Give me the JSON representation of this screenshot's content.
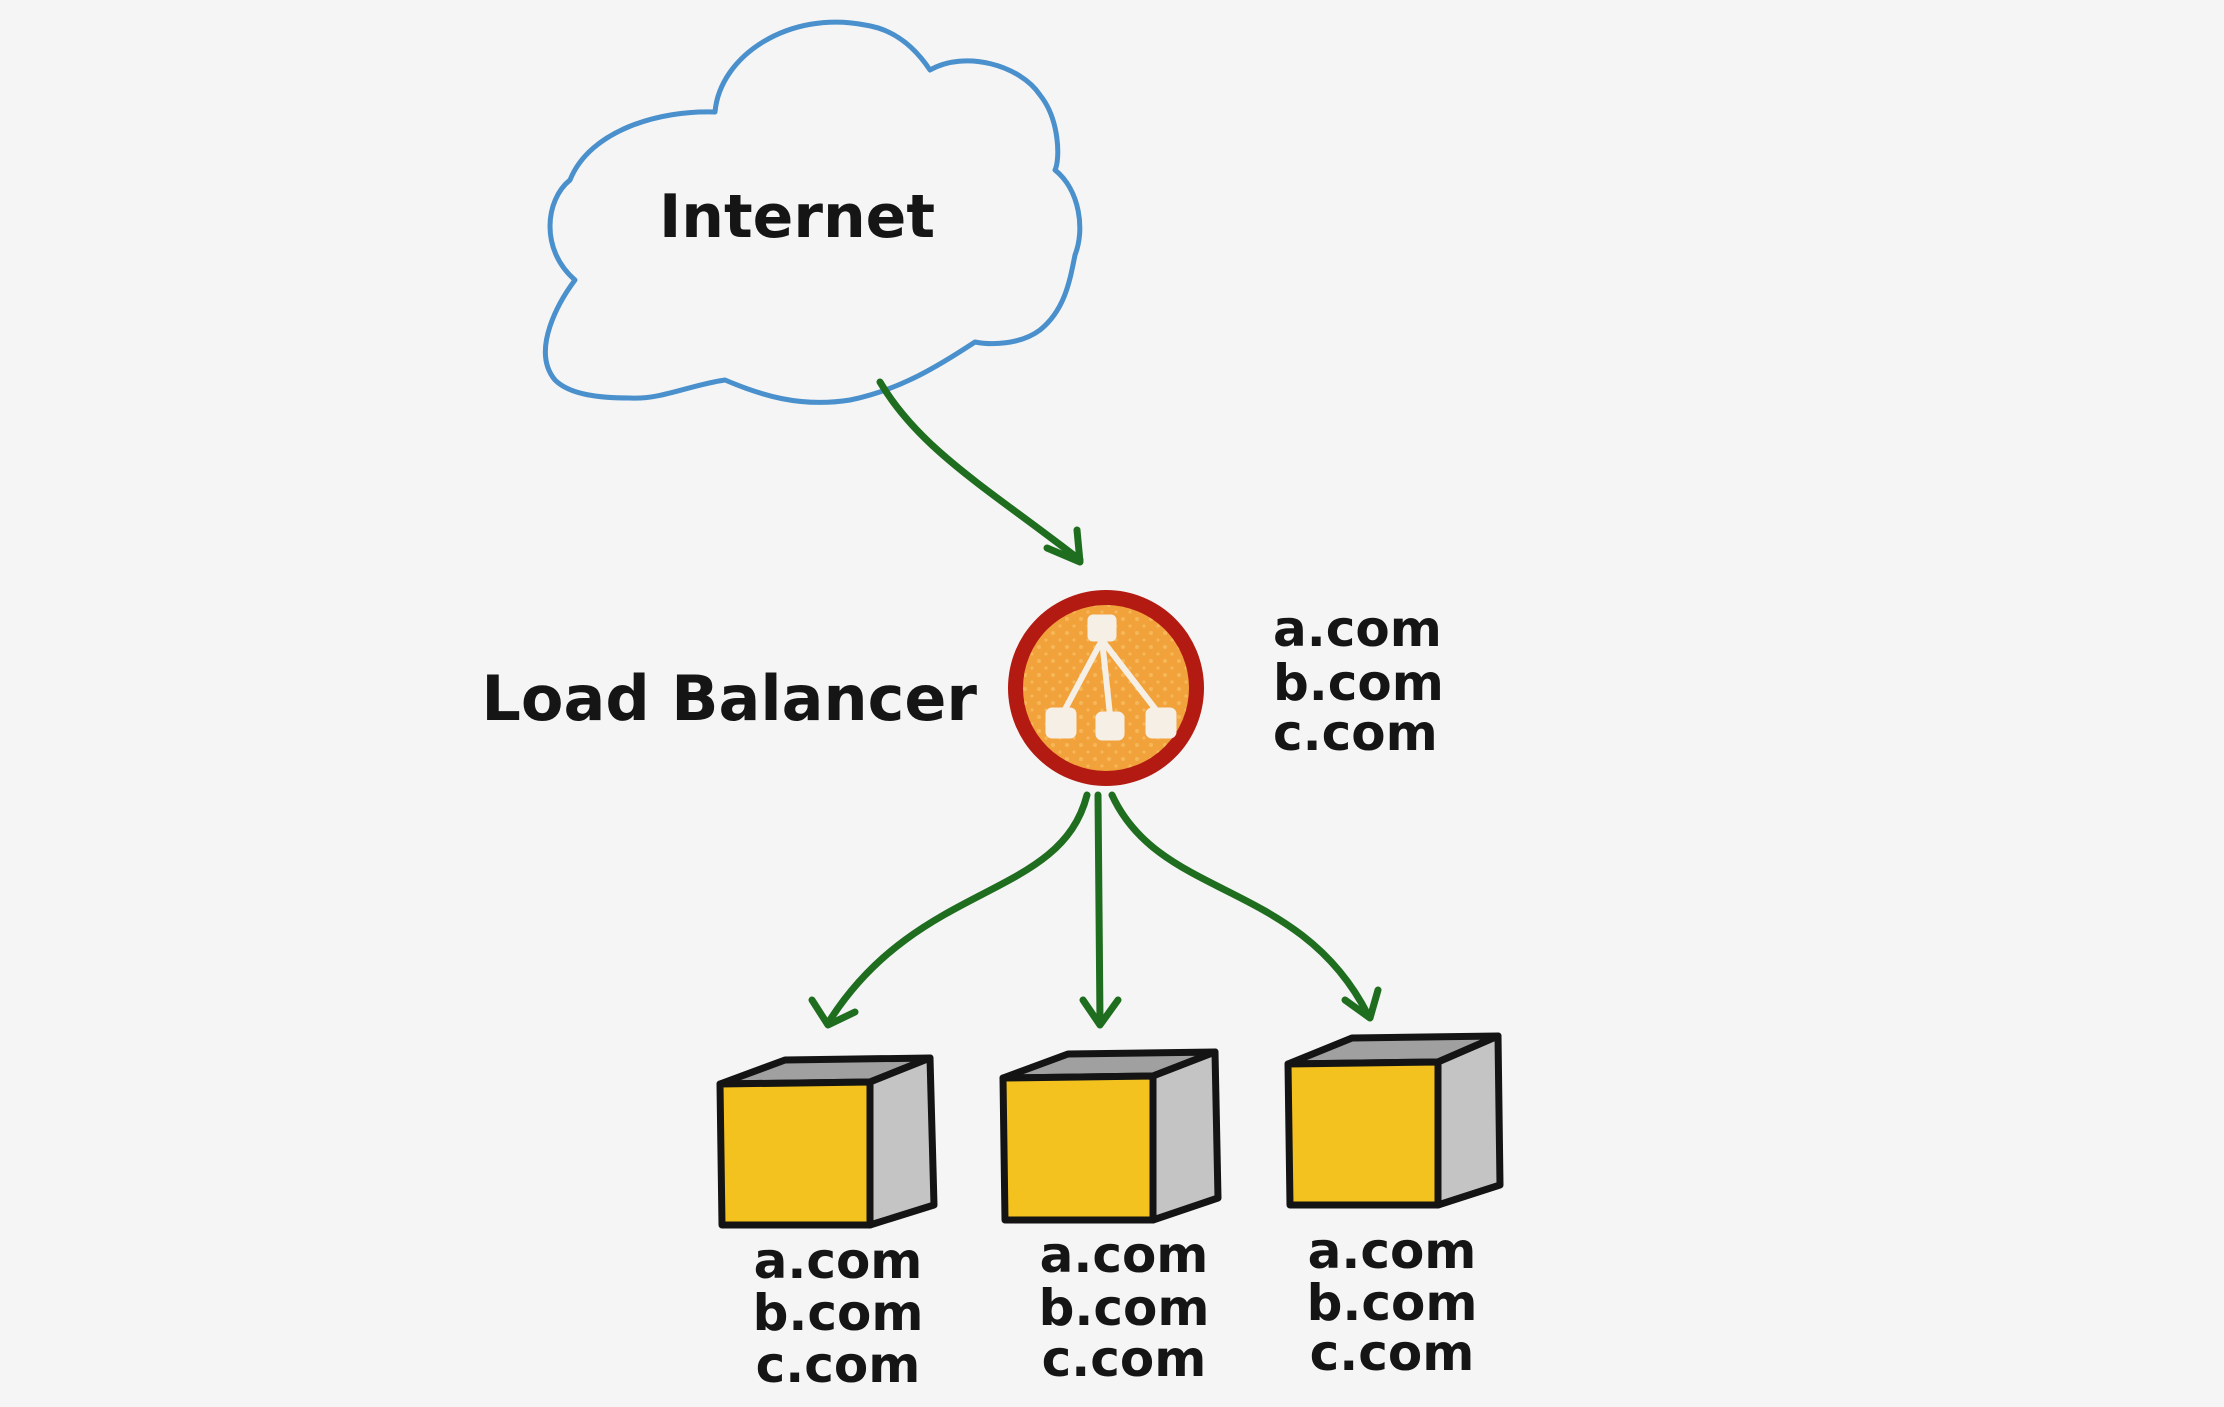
{
  "internet": {
    "label": "Internet"
  },
  "load_balancer": {
    "label": "Load Balancer",
    "domains": [
      "a.com",
      "b.com",
      "c.com"
    ]
  },
  "servers": [
    {
      "domains": [
        "a.com",
        "b.com",
        "c.com"
      ]
    },
    {
      "domains": [
        "a.com",
        "b.com",
        "c.com"
      ]
    },
    {
      "domains": [
        "a.com",
        "b.com",
        "c.com"
      ]
    }
  ],
  "colors": {
    "background": "#f5f5f5",
    "cloud_stroke": "#4a90cc",
    "arrow": "#1f6e1f",
    "lb_ring": "#b31a12",
    "lb_fill": "#f2a23a",
    "lb_glyph": "#f6efe6",
    "server_front": "#f4c21f",
    "server_side": "#c4c4c4",
    "server_top": "#a0a0a0",
    "outline": "#141414"
  },
  "icons": {
    "cloud": "cloud-icon",
    "load_balancer": "load-balancer-icon",
    "server": "server-cube-icon"
  }
}
